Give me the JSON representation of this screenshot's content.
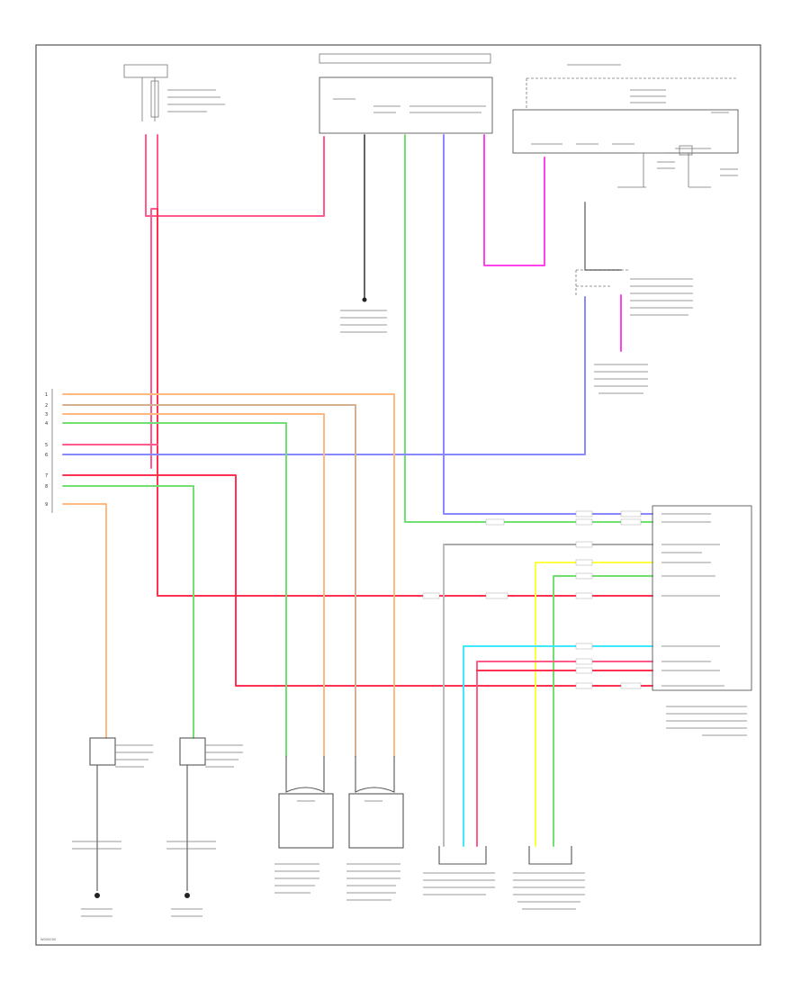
{
  "diagram": {
    "footer_code": "W000000",
    "connectors_left": [
      "1",
      "2",
      "3",
      "4",
      "5",
      "6",
      "7",
      "8",
      "9"
    ],
    "colors": {
      "pink": "#ff5a8a",
      "red": "#ff3050",
      "magenta": "#ff44ee",
      "orange": "#ffb880",
      "tan": "#d4b090",
      "green": "#70e070",
      "blue": "#8888ff",
      "darkblue": "#3050ff",
      "yellow": "#ffff40",
      "cyan": "#40e8ff",
      "gray": "#888888"
    },
    "icons": [
      "ground-icon",
      "connector-icon",
      "switch-icon",
      "sensor-icon"
    ]
  }
}
